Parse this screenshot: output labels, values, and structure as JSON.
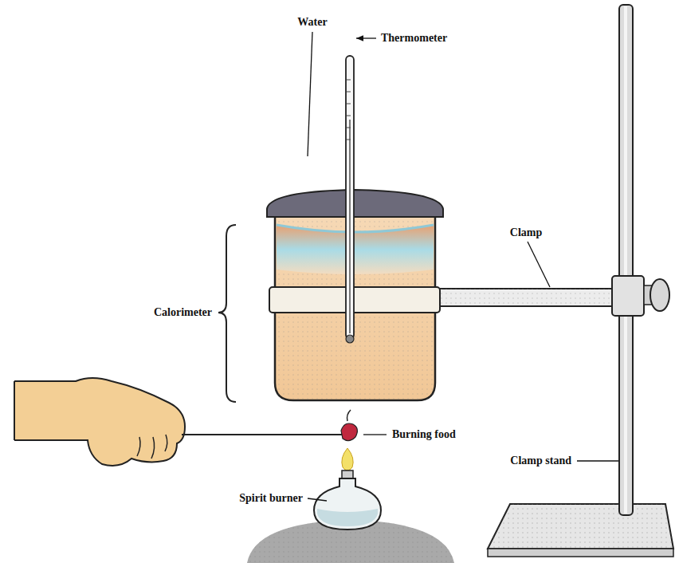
{
  "diagram": {
    "labels": [
      "Water",
      "Thermometer",
      "Clamp",
      "Calorimeter",
      "Burning food",
      "Spirit burner",
      "Clamp stand"
    ]
  }
}
